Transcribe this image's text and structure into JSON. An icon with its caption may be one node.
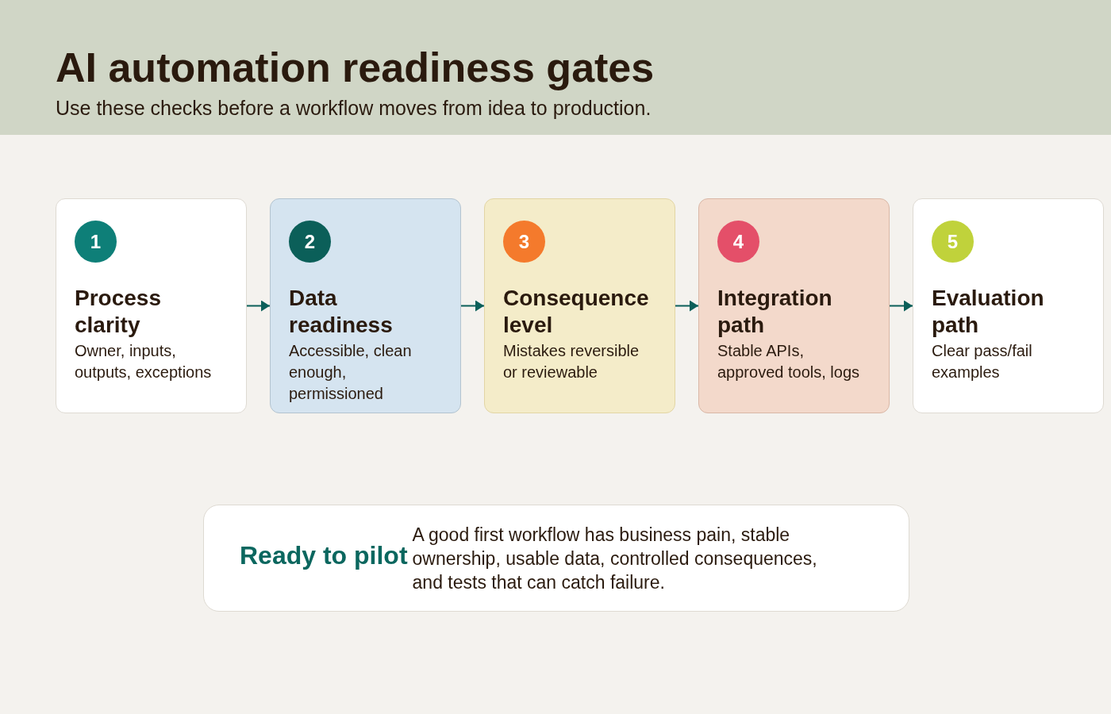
{
  "diagram": {
    "title": "AI automation readiness gates",
    "nodes": [
      {
        "text": [
          "Process clarity",
          "Owner, inputs, outputs, exceptions"
        ]
      },
      {
        "text": [
          "1"
        ],
        "in": 0
      },
      {
        "text": [
          "Data readiness",
          "Accessible, clean enough, permissioned"
        ]
      },
      {
        "text": [
          "2"
        ],
        "in": 2
      },
      {
        "text": [
          "Consequence level",
          "Mistakes reversible or reviewable"
        ]
      },
      {
        "text": [
          "3"
        ],
        "in": 4
      },
      {
        "text": [
          "Integration path",
          "Stable APIs, approved tools, logs"
        ]
      },
      {
        "text": [
          "4"
        ],
        "in": 6
      },
      {
        "text": [
          "Evaluation path",
          "Clear pass/fail examples"
        ]
      },
      {
        "text": [
          "5"
        ],
        "in": 8
      },
      {
        "text": [
          "Ready to pilot",
          "A good first workflow has business pain, stable ownership, usable data, controlled consequences, and tests that can catch failure."
        ]
      }
    ],
    "edges": [
      {
        "from": 0,
        "to": 2,
        "arrow": "to"
      },
      {
        "from": 2,
        "to": 4,
        "arrow": "to"
      },
      {
        "from": 4,
        "to": 6,
        "arrow": "to"
      },
      {
        "from": 6,
        "to": 8,
        "arrow": "to"
      }
    ],
    "labels": [
      "Use these checks before a workflow moves from idea to production."
    ]
  }
}
